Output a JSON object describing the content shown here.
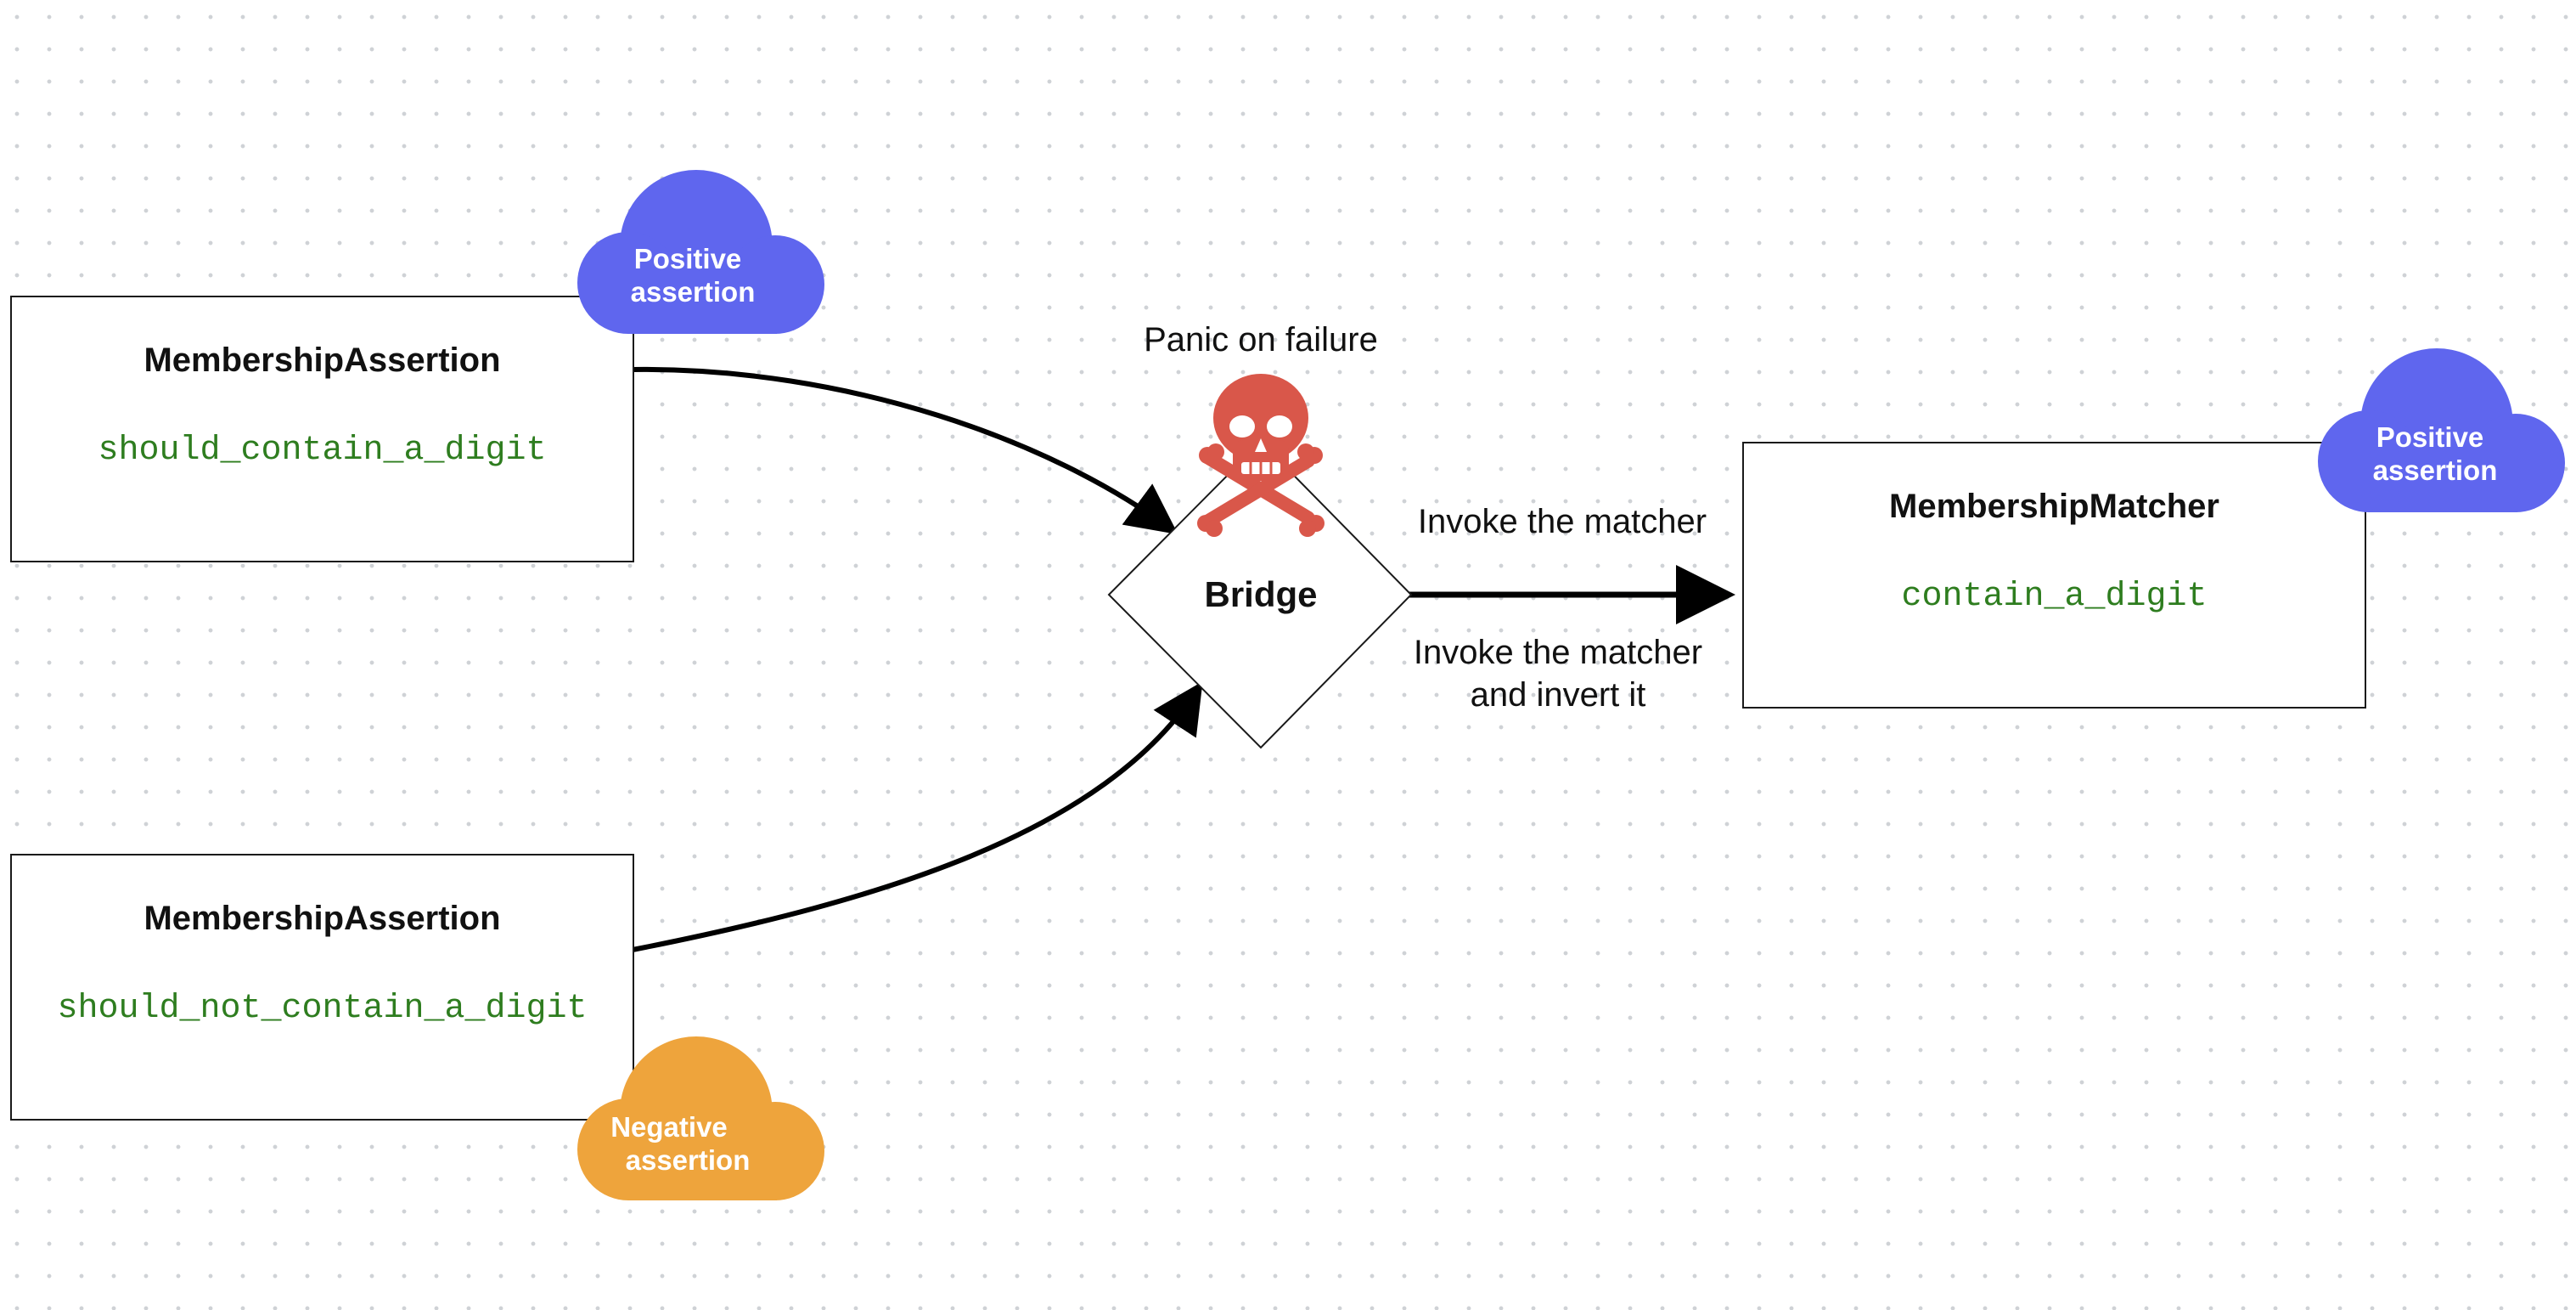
{
  "diagram": {
    "nodes": {
      "assertion_positive": {
        "title": "MembershipAssertion",
        "method": "should_contain_a_digit"
      },
      "assertion_negative": {
        "title": "MembershipAssertion",
        "method": "should_not_contain_a_digit"
      },
      "bridge": {
        "title": "Bridge"
      },
      "matcher": {
        "title": "MembershipMatcher",
        "method": "contain_a_digit"
      }
    },
    "badges": {
      "assertion_positive": {
        "line1": "Positive",
        "line2": "assertion",
        "color": "#5f66ee"
      },
      "assertion_negative": {
        "line1": "Negative",
        "line2": "assertion",
        "color": "#eea43c"
      },
      "matcher_positive": {
        "line1": "Positive",
        "line2": "assertion",
        "color": "#5f66ee"
      }
    },
    "annotations": {
      "panic": "Panic on failure",
      "panic_icon": "skull-and-crossbones-icon",
      "panic_icon_color": "#d9574a"
    },
    "edges": {
      "invoke": "Invoke the matcher",
      "invert_line1": "Invoke the matcher",
      "invert_line2": "and invert it"
    },
    "colors": {
      "code": "#2e7d1f",
      "stroke": "#1a1a1a"
    }
  }
}
